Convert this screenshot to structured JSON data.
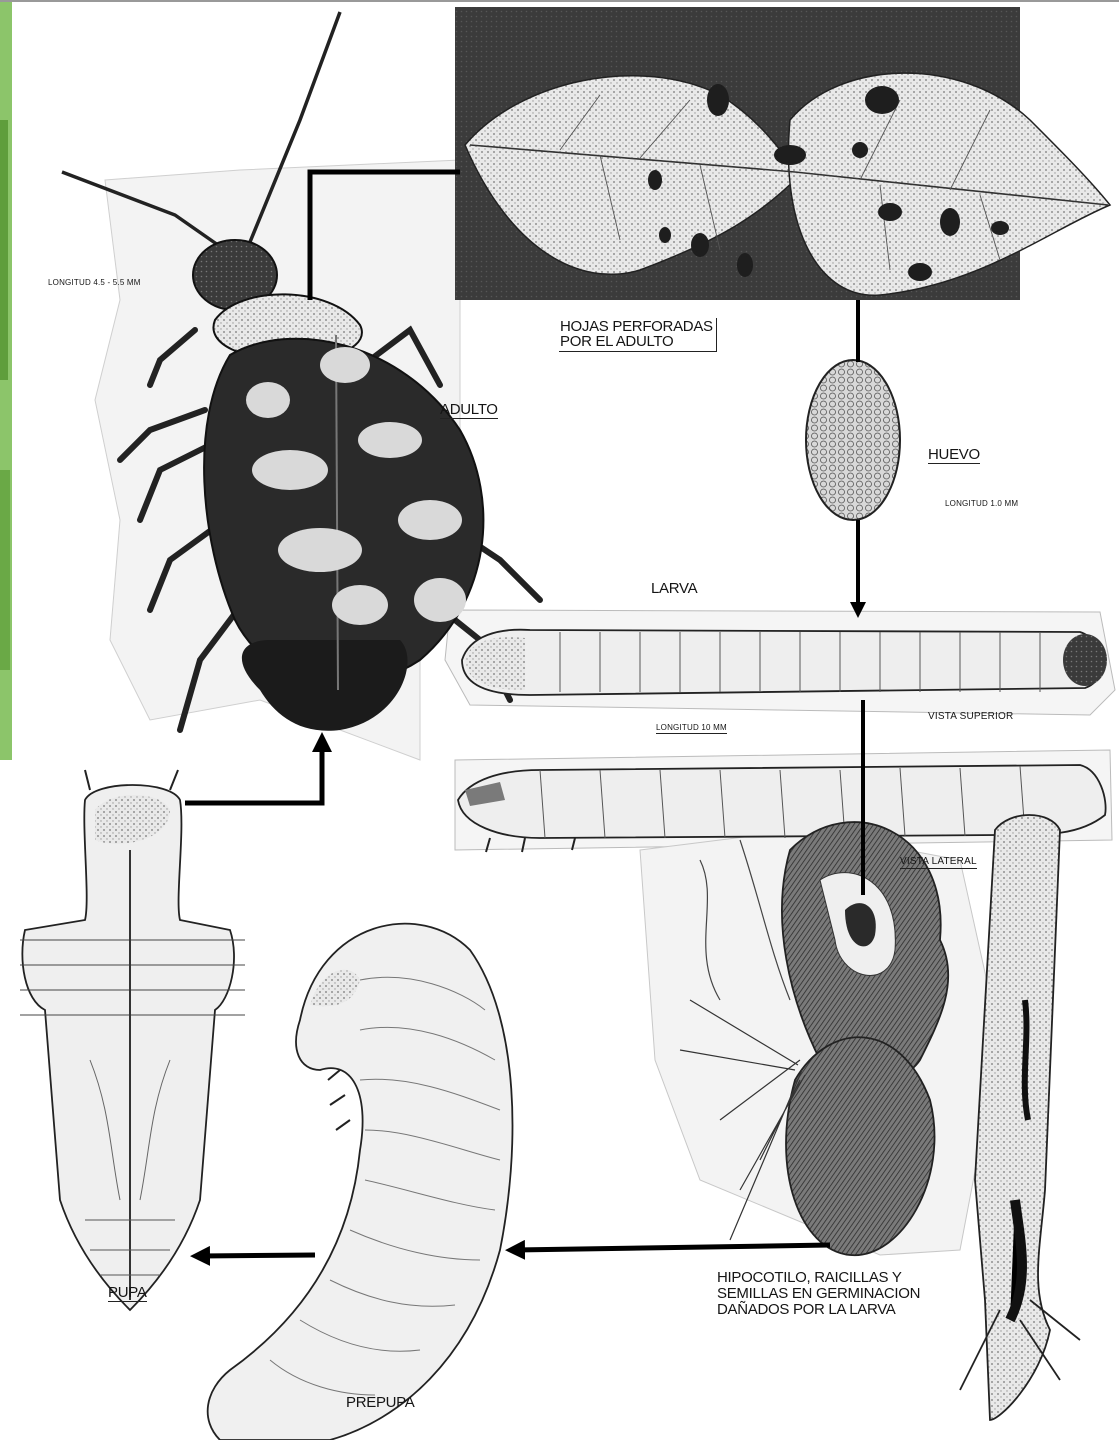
{
  "labels": {
    "adult_length": "LONGITUD 4.5 - 5.5 mm",
    "adult": "ADULTO",
    "leaves": "HOJAS PERFORADAS\nPOR EL ADULTO",
    "egg": "HUEVO",
    "egg_length": "LONGITUD 1.0 mm",
    "larva": "LARVA",
    "larva_length": "LONGITUD 10 mm",
    "top_view": "VISTA SUPERIOR",
    "side_view": "VISTA LATERAL",
    "damage": "HIPOCOTILO, RAICILLAS Y\nSEMILLAS EN GERMINACION\nDAÑADOS POR LA LARVA",
    "pupa": "PUPA",
    "prepupa": "PREPUPA"
  },
  "colors": {
    "ink": "#151515",
    "leaf_bg": "#4a4a4a",
    "leaf": "#cfcfcf",
    "paper": "#f3f3f3",
    "green_edge": "#7fbf5a"
  }
}
